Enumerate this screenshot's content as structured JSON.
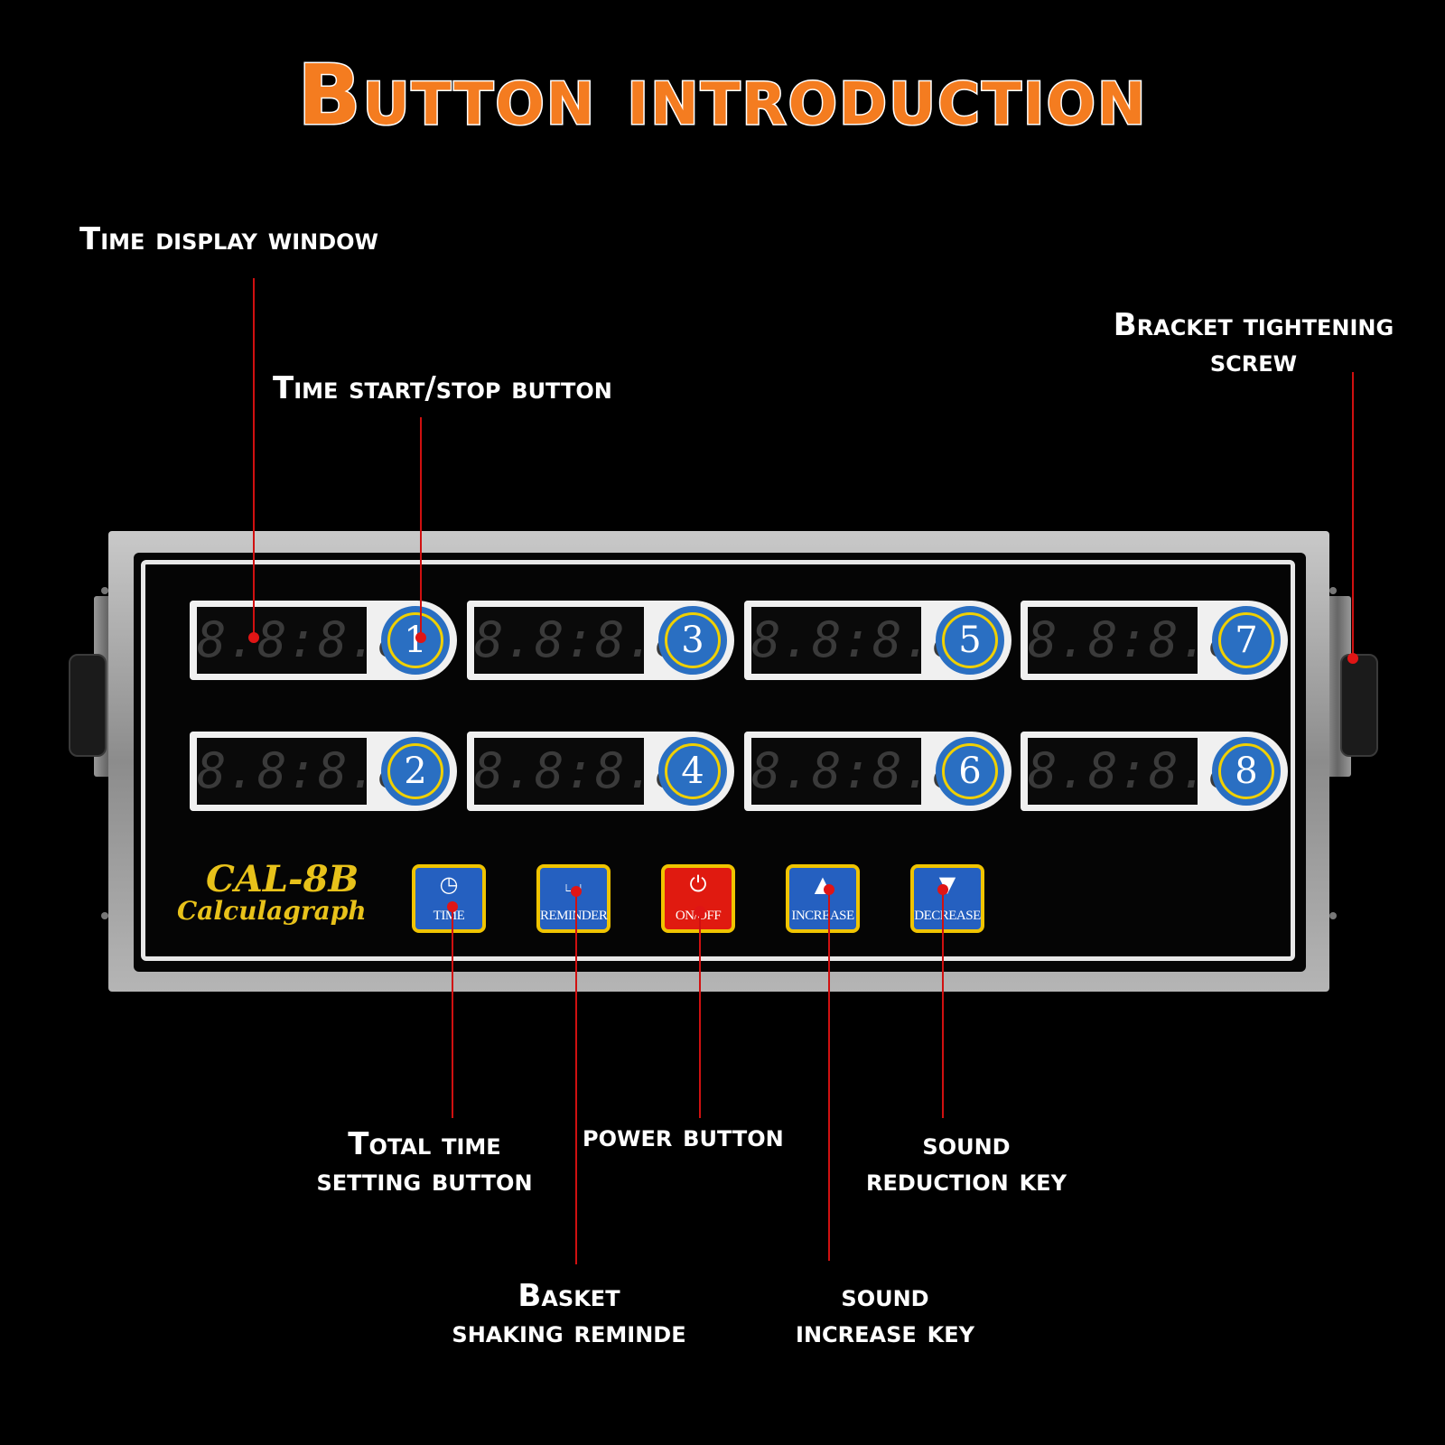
{
  "title": "Button introduction",
  "labels": {
    "time_display": "Time display window",
    "start_stop": "Time start/stop button",
    "bracket_line1": "Bracket tightening",
    "bracket_line2": "screw",
    "total_time_line1": "Total time",
    "total_time_line2": "setting button",
    "power": "power button",
    "sound_reduction_line1": "sound",
    "sound_reduction_line2": "reduction key",
    "basket_line1": "Basket",
    "basket_line2": "shaking reminde",
    "sound_increase_line1": "sound",
    "sound_increase_line2": "increase key"
  },
  "device": {
    "model": "CAL-8B",
    "name": "Calculagraph",
    "display_text": "8.8:8.8",
    "channels": [
      "1",
      "2",
      "3",
      "4",
      "5",
      "6",
      "7",
      "8"
    ],
    "buttons": [
      {
        "label": "TIME",
        "icon": "clock-icon"
      },
      {
        "label": "REMINDER",
        "icon": "basket-icon"
      },
      {
        "label": "ON/OFF",
        "icon": "power-icon"
      },
      {
        "label": "INCREASE",
        "icon": "triangle-up-icon"
      },
      {
        "label": "DECREASE",
        "icon": "triangle-down-icon"
      }
    ],
    "colors": {
      "button_blue": "#2560c0",
      "power_red": "#e01a10",
      "ring_yellow": "#f0c400",
      "title_orange": "#f47c20"
    }
  }
}
